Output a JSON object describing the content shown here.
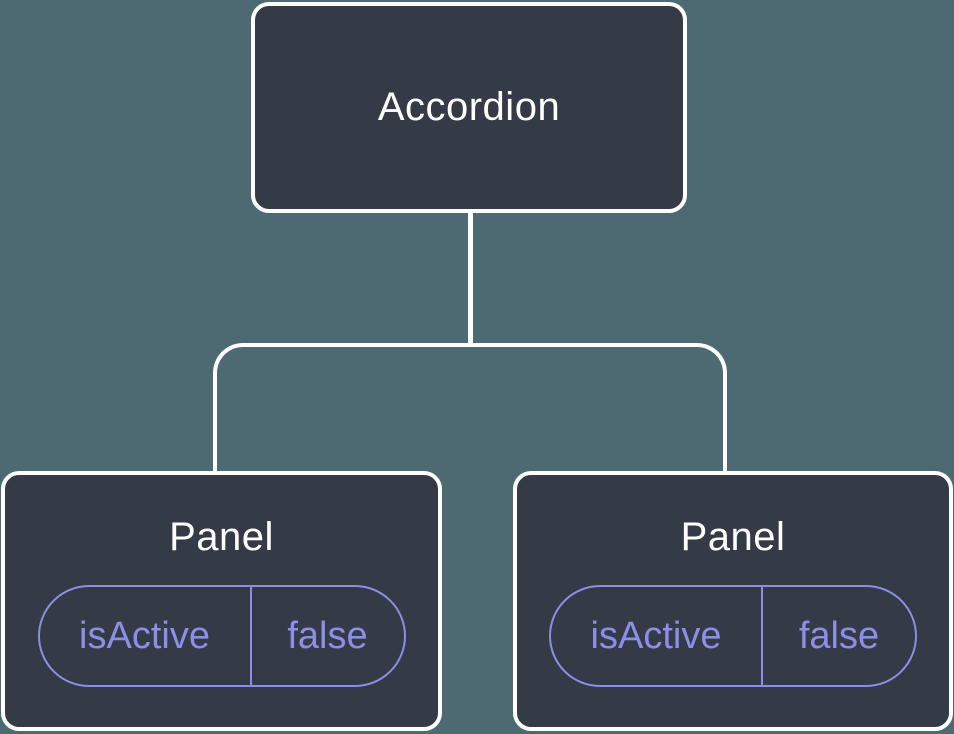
{
  "theme": {
    "bg": "#4D6A73",
    "node-fill": "#343A46",
    "line": "#FFFFFF",
    "accent": "#8B8FE8"
  },
  "diagram": {
    "root": {
      "label": "Accordion"
    },
    "children": [
      {
        "label": "Panel",
        "state": {
          "name": "isActive",
          "value": "false"
        }
      },
      {
        "label": "Panel",
        "state": {
          "name": "isActive",
          "value": "false"
        }
      }
    ]
  }
}
